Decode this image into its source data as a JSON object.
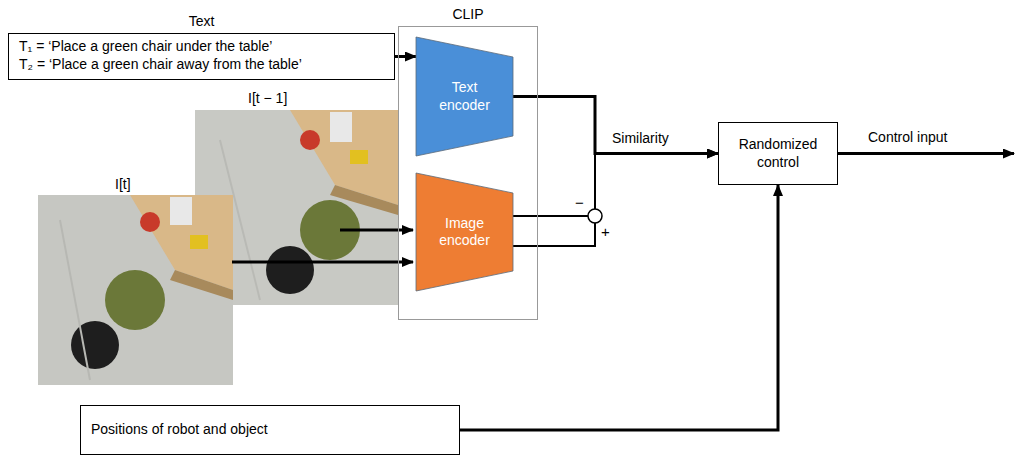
{
  "diagram": {
    "nodes": [
      {
        "text": [
          "Text",
          "T₁ = ‘Place a green chair under the table’",
          "T₂ = ‘Place a green chair away from the table’"
        ]
      },
      {
        "text": [
          "CLIP"
        ]
      },
      {
        "text": [
          "Text encoder"
        ],
        "in": 1
      },
      {
        "text": [
          "Image encoder"
        ],
        "in": 1
      },
      {
        "text": [
          "Randomized control"
        ]
      },
      {
        "text": [
          "Positions of robot and object"
        ]
      }
    ],
    "edges": [
      {
        "from": 0,
        "to": 2,
        "arrow": "to"
      },
      {
        "from": 2,
        "to": 4,
        "label": "Similarity",
        "arrow": "to"
      },
      {
        "from": 3,
        "to": 4,
        "arrow": "to"
      },
      {
        "from": 5,
        "to": 4,
        "arrow": "to"
      }
    ],
    "labels": [
      "I[t]",
      "I[t − 1]",
      "−",
      "+",
      "Control input"
    ]
  }
}
